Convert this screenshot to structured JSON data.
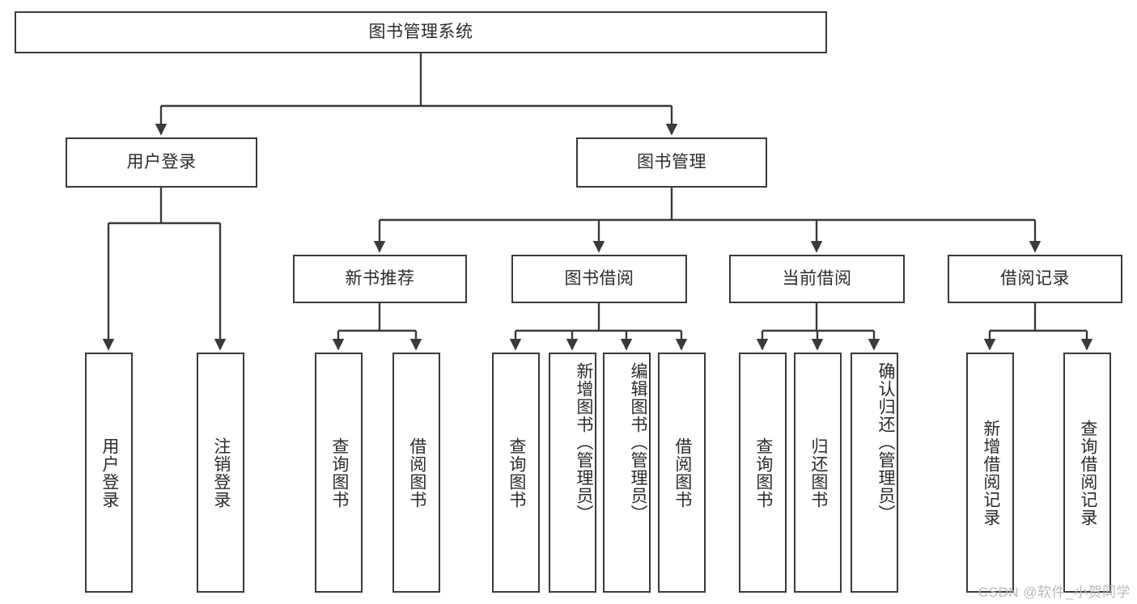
{
  "diagram": {
    "title": "图书管理系统",
    "type": "tree-hierarchy",
    "watermark": "CSDN @软件_小贺同学",
    "colors": {
      "stroke": "#3a3a3a",
      "fill": "#ffffff",
      "text": "#2b2b2b",
      "watermark": "#b9b9b9"
    },
    "nodes": {
      "root": {
        "label": "图书管理系统"
      },
      "level2": [
        {
          "id": "user-login",
          "label": "用户登录"
        },
        {
          "id": "book-manage",
          "label": "图书管理"
        }
      ],
      "level3": [
        {
          "id": "new-book-recommend",
          "label": "新书推荐"
        },
        {
          "id": "book-borrow",
          "label": "图书借阅"
        },
        {
          "id": "current-borrow",
          "label": "当前借阅"
        },
        {
          "id": "borrow-record",
          "label": "借阅记录"
        }
      ],
      "leaves": [
        {
          "id": "leaf-user-login",
          "label": "用户登录",
          "parent": "user-login"
        },
        {
          "id": "leaf-logout",
          "label": "注销登录",
          "parent": "user-login"
        },
        {
          "id": "leaf-query-book-1",
          "label": "查询图书",
          "parent": "new-book-recommend"
        },
        {
          "id": "leaf-borrow-book-1",
          "label": "借阅图书",
          "parent": "new-book-recommend"
        },
        {
          "id": "leaf-query-book-2",
          "label": "查询图书",
          "parent": "book-borrow"
        },
        {
          "id": "leaf-add-book",
          "label": "新增图书（管理员）",
          "parent": "book-borrow"
        },
        {
          "id": "leaf-edit-book",
          "label": "编辑图书（管理员）",
          "parent": "book-borrow"
        },
        {
          "id": "leaf-borrow-book-2",
          "label": "借阅图书",
          "parent": "book-borrow"
        },
        {
          "id": "leaf-query-book-3",
          "label": "查询图书",
          "parent": "current-borrow"
        },
        {
          "id": "leaf-return-book",
          "label": "归还图书",
          "parent": "current-borrow"
        },
        {
          "id": "leaf-confirm-return",
          "label": "确认归还（管理员）",
          "parent": "current-borrow"
        },
        {
          "id": "leaf-add-record",
          "label": "新增借阅记录",
          "parent": "borrow-record"
        },
        {
          "id": "leaf-query-record",
          "label": "查询借阅记录",
          "parent": "borrow-record"
        }
      ]
    }
  }
}
